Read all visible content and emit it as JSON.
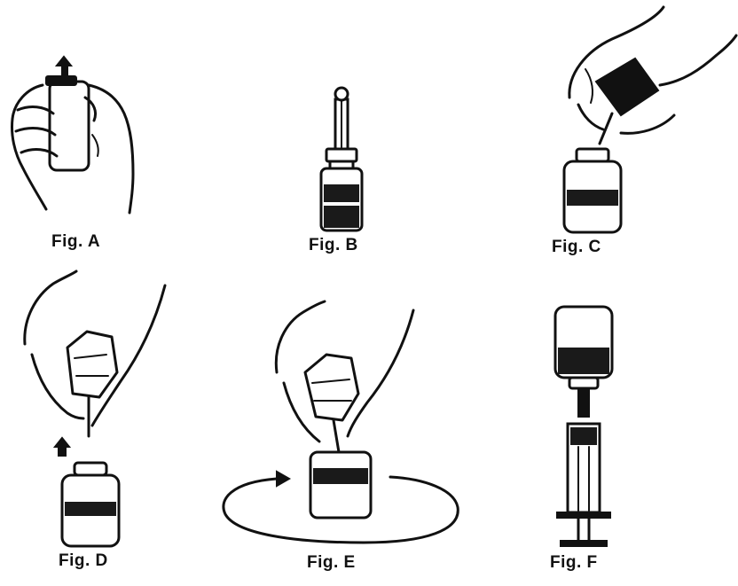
{
  "figures": {
    "a": {
      "label": "Fig. A"
    },
    "b": {
      "label": "Fig. B"
    },
    "c": {
      "label": "Fig. C"
    },
    "d": {
      "label": "Fig. D"
    },
    "e": {
      "label": "Fig. E"
    },
    "f": {
      "label": "Fig. F"
    }
  }
}
